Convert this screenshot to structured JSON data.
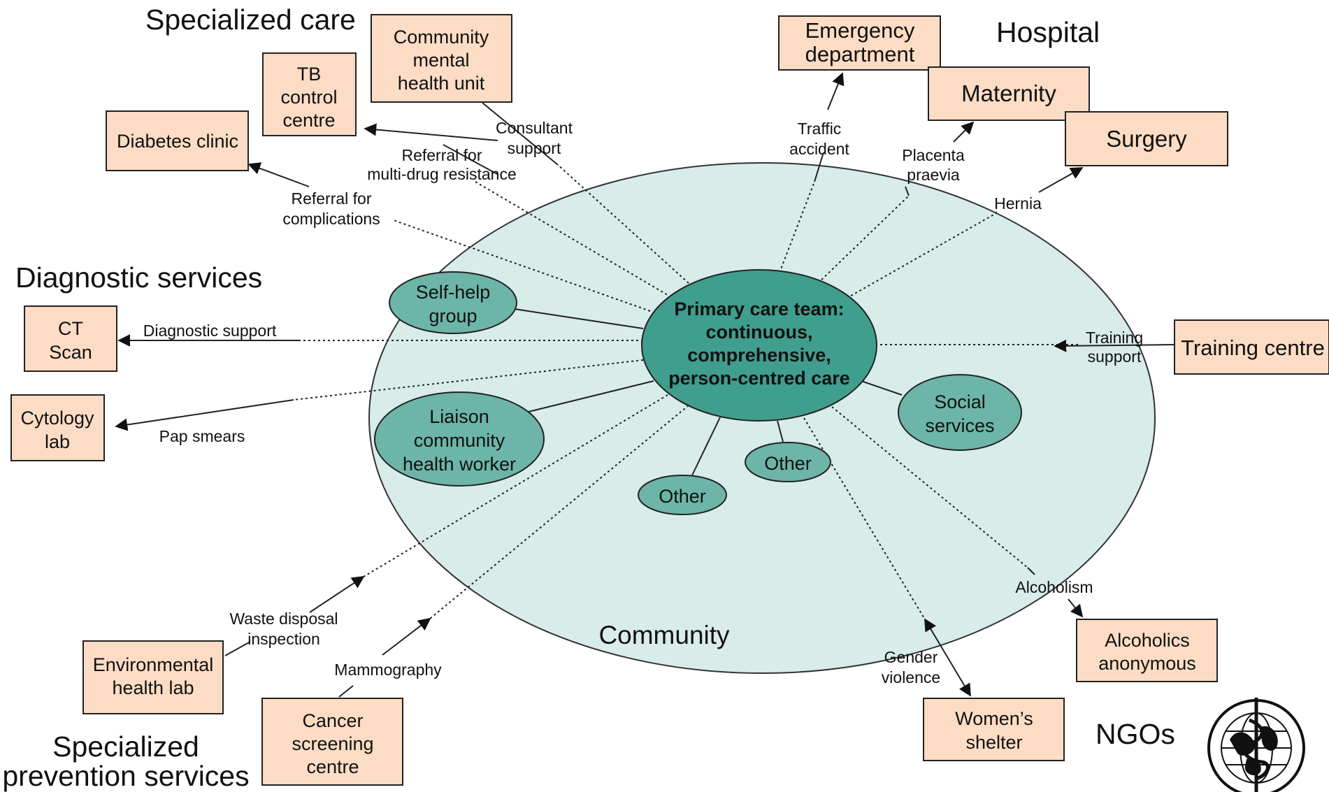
{
  "regions": {
    "specialized_care": "Specialized care",
    "hospital": "Hospital",
    "diagnostic_services": "Diagnostic services",
    "specialized_prevention": [
      "Specialized",
      "prevention services"
    ],
    "ngos": "NGOs",
    "community": "Community"
  },
  "center": [
    "Primary care team:",
    "continuous,",
    "comprehensive,",
    "person-centred care"
  ],
  "inner": {
    "self_help": [
      "Self-help",
      "group"
    ],
    "liaison": [
      "Liaison",
      "community",
      "health worker"
    ],
    "social": [
      "Social",
      "services"
    ],
    "other_left": [
      "Other"
    ],
    "other_right": [
      "Other"
    ]
  },
  "boxes": {
    "tb": [
      "TB",
      "control",
      "centre"
    ],
    "cmhu": [
      "Community",
      "mental",
      "health unit"
    ],
    "diabetes": [
      "Diabetes clinic"
    ],
    "emergency": [
      "Emergency",
      "department"
    ],
    "maternity": [
      "Maternity"
    ],
    "surgery": [
      "Surgery"
    ],
    "ct": [
      "CT",
      "Scan"
    ],
    "cytology": [
      "Cytology",
      "lab"
    ],
    "training": [
      "Training centre"
    ],
    "envlab": [
      "Environmental",
      "health lab"
    ],
    "cancer": [
      "Cancer",
      "screening",
      "centre"
    ],
    "alcoholics": [
      "Alcoholics",
      "anonymous"
    ],
    "womens": [
      "Women’s",
      "shelter"
    ]
  },
  "links": {
    "consultant": [
      "Consultant",
      "support"
    ],
    "mdr": [
      "Referral for",
      "multi-drug resistance"
    ],
    "complications": [
      "Referral for",
      "complications"
    ],
    "traffic": [
      "Traffic",
      "accident"
    ],
    "placenta": [
      "Placenta",
      "praevia"
    ],
    "hernia": [
      "Hernia"
    ],
    "diagnostic": [
      "Diagnostic support"
    ],
    "pap": [
      "Pap smears"
    ],
    "training_support": [
      "Training",
      "support"
    ],
    "waste": [
      "Waste disposal",
      "inspection"
    ],
    "mammo": [
      "Mammography"
    ],
    "alcoholism": [
      "Alcoholism"
    ],
    "gender": [
      "Gender",
      "violence"
    ]
  },
  "colors": {
    "community_fill": "#d8ece9",
    "inner_fill": "#6cb5a8",
    "center_fill": "#3f9e8d",
    "box_fill": "#fcdcc4"
  },
  "icons": [
    "who-emblem-icon"
  ]
}
